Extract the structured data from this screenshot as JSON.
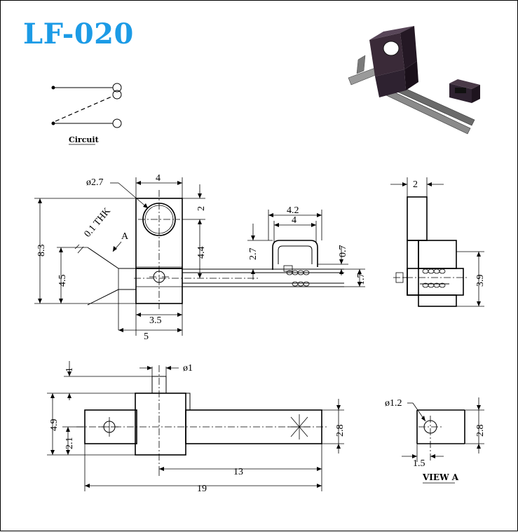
{
  "title": "LF-020",
  "colors": {
    "title": "#1c9be6",
    "ink": "#000000",
    "photo_body": "#3a2a38"
  },
  "circuit": {
    "label": "Circuit"
  },
  "view_a": {
    "label": "VIEW A"
  },
  "front_view": {
    "dims": {
      "hole_dia": "ø2.7",
      "top_width": "4",
      "top_offset": "2",
      "total_height": "8.3",
      "hole_to_tab": "4.4",
      "thickness": "0.1 THK",
      "arrow_a": "A",
      "lead_height": "4.5",
      "tab_width": "3.5",
      "body_width": "5",
      "actuator_outer": "4.2",
      "actuator_inner": "4",
      "actuator_height": "2.7",
      "gap": "0.7",
      "lead_pitch": "1.7"
    }
  },
  "side_view": {
    "dims": {
      "width": "2",
      "height": "3.9"
    }
  },
  "bottom_view": {
    "dims": {
      "pin_offset": "1",
      "pin_dia": "ø1",
      "height": "4.9",
      "lower": "2.1",
      "lead_width": "2.8",
      "lead_length": "13",
      "total_length": "19"
    }
  },
  "view_a_detail": {
    "dims": {
      "hole_dia": "ø1.2",
      "hole_offset": "1.5",
      "width": "2.8"
    }
  }
}
